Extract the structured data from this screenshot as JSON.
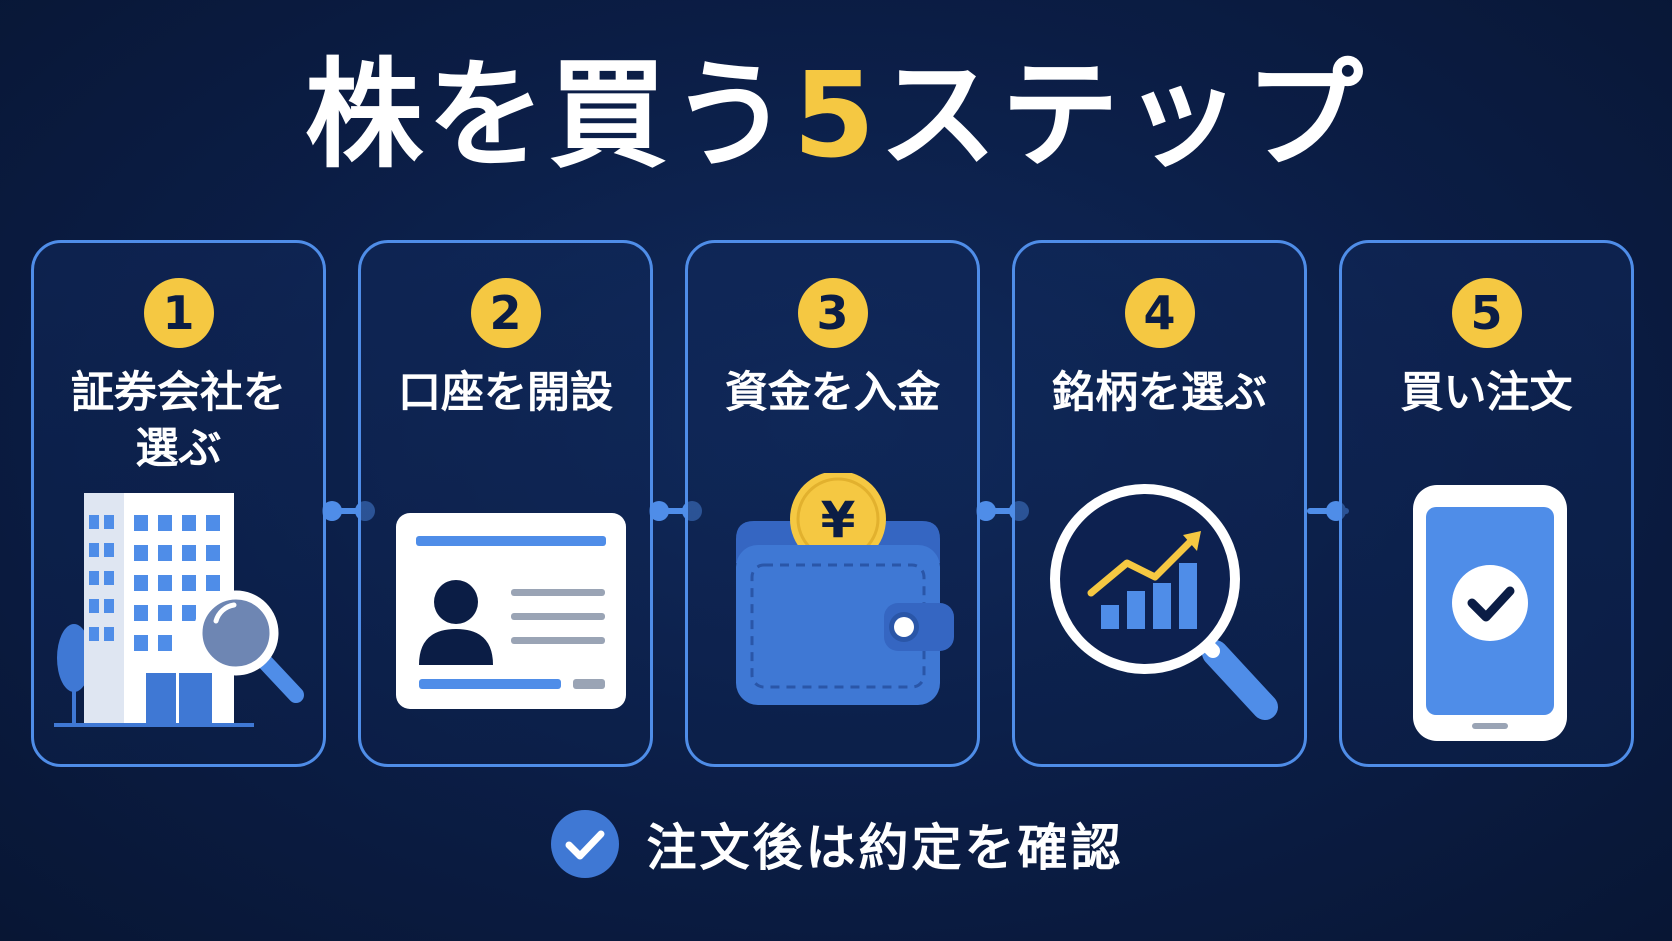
{
  "title": {
    "prefix": "株を買う",
    "number": "5",
    "suffix": "ステップ"
  },
  "steps": [
    {
      "number": "1",
      "label": "証券会社を\n選ぶ",
      "icon": "office-building-magnifier-icon"
    },
    {
      "number": "2",
      "label": "口座を開設",
      "icon": "id-card-icon"
    },
    {
      "number": "3",
      "label": "資金を入金",
      "icon": "wallet-yen-coin-icon"
    },
    {
      "number": "4",
      "label": "銘柄を選ぶ",
      "icon": "magnifier-chart-icon"
    },
    {
      "number": "5",
      "label": "買い注文",
      "icon": "smartphone-check-icon"
    }
  ],
  "coin_symbol": "¥",
  "footer": {
    "text": "注文後は約定を確認",
    "icon": "check-circle-icon"
  },
  "colors": {
    "background": "#0b1d45",
    "accent_yellow": "#f5c842",
    "accent_blue": "#4f8de8",
    "text": "#ffffff"
  }
}
